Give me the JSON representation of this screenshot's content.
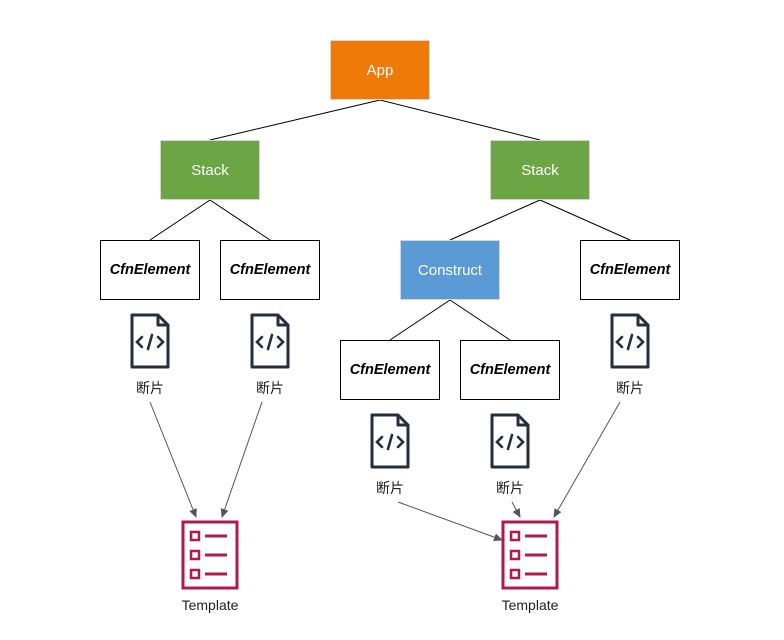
{
  "nodes": {
    "app": "App",
    "stack_left": "Stack",
    "stack_right": "Stack",
    "construct": "Construct",
    "cfn_1": "CfnElement",
    "cfn_2": "CfnElement",
    "cfn_3": "CfnElement",
    "cfn_4": "CfnElement",
    "cfn_5": "CfnElement"
  },
  "snippets": {
    "s1": "断片",
    "s2": "断片",
    "s3": "断片",
    "s4": "断片",
    "s5": "断片"
  },
  "templates": {
    "left": "Template",
    "right": "Template"
  },
  "colors": {
    "app": "#f07a08",
    "stack": "#6ba544",
    "construct": "#5b9bd5",
    "template_icon": "#b0184f",
    "file_icon": "#232f3e"
  },
  "icons": {
    "snippet": "code-file-icon",
    "template": "checklist-template-icon"
  }
}
